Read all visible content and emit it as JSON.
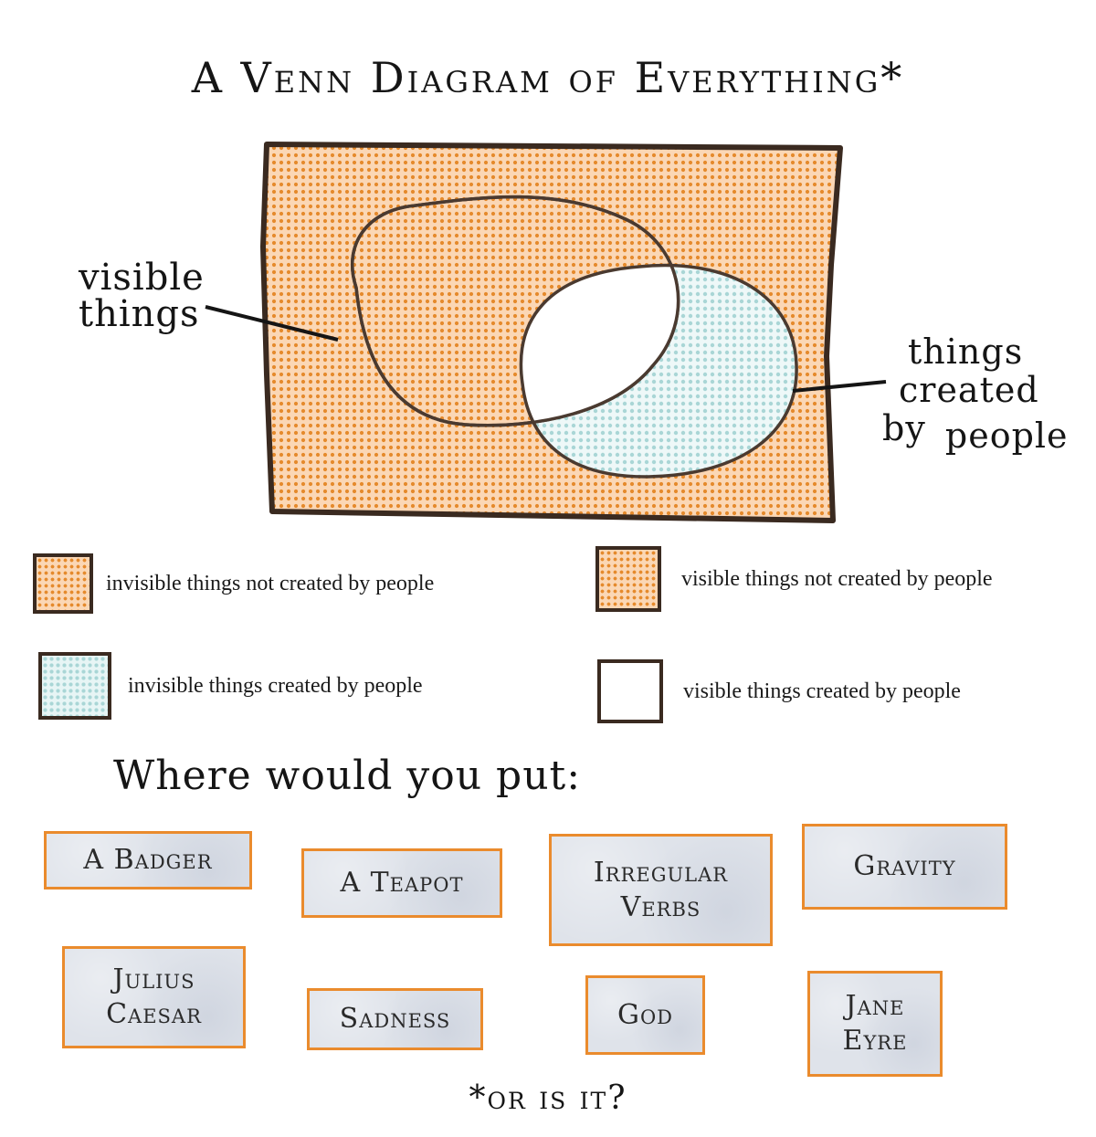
{
  "title": "A Venn Diagram of Everything*",
  "diagram": {
    "callout_visible_line1": "visible",
    "callout_visible_line2": "things",
    "callout_created_line1": "things",
    "callout_created_line2": "created",
    "callout_created_line3": "by",
    "callout_created_line4": "people",
    "colors": {
      "orange_dots": "#e58a2c",
      "orange_bg": "#fbd7b5",
      "blue_dots": "#a9d6d6",
      "blue_bg": "#e7f5f5",
      "outline": "#3a2a20"
    }
  },
  "legend": [
    {
      "label": "invisible things not created by people",
      "swatch": "orange"
    },
    {
      "label": "visible things not created by people",
      "swatch": "orange"
    },
    {
      "label": "invisible things created by people",
      "swatch": "blue"
    },
    {
      "label": "visible things created by people",
      "swatch": "white"
    }
  ],
  "question": "Where would you put:",
  "cards": [
    {
      "label": "A Badger"
    },
    {
      "label": "A Teapot"
    },
    {
      "label": "Irregular\nVerbs"
    },
    {
      "label": "Gravity"
    },
    {
      "label": "Julius\nCaesar"
    },
    {
      "label": "Sadness"
    },
    {
      "label": "God"
    },
    {
      "label": "Jane\nEyre"
    }
  ],
  "footnote": "*or is it?"
}
